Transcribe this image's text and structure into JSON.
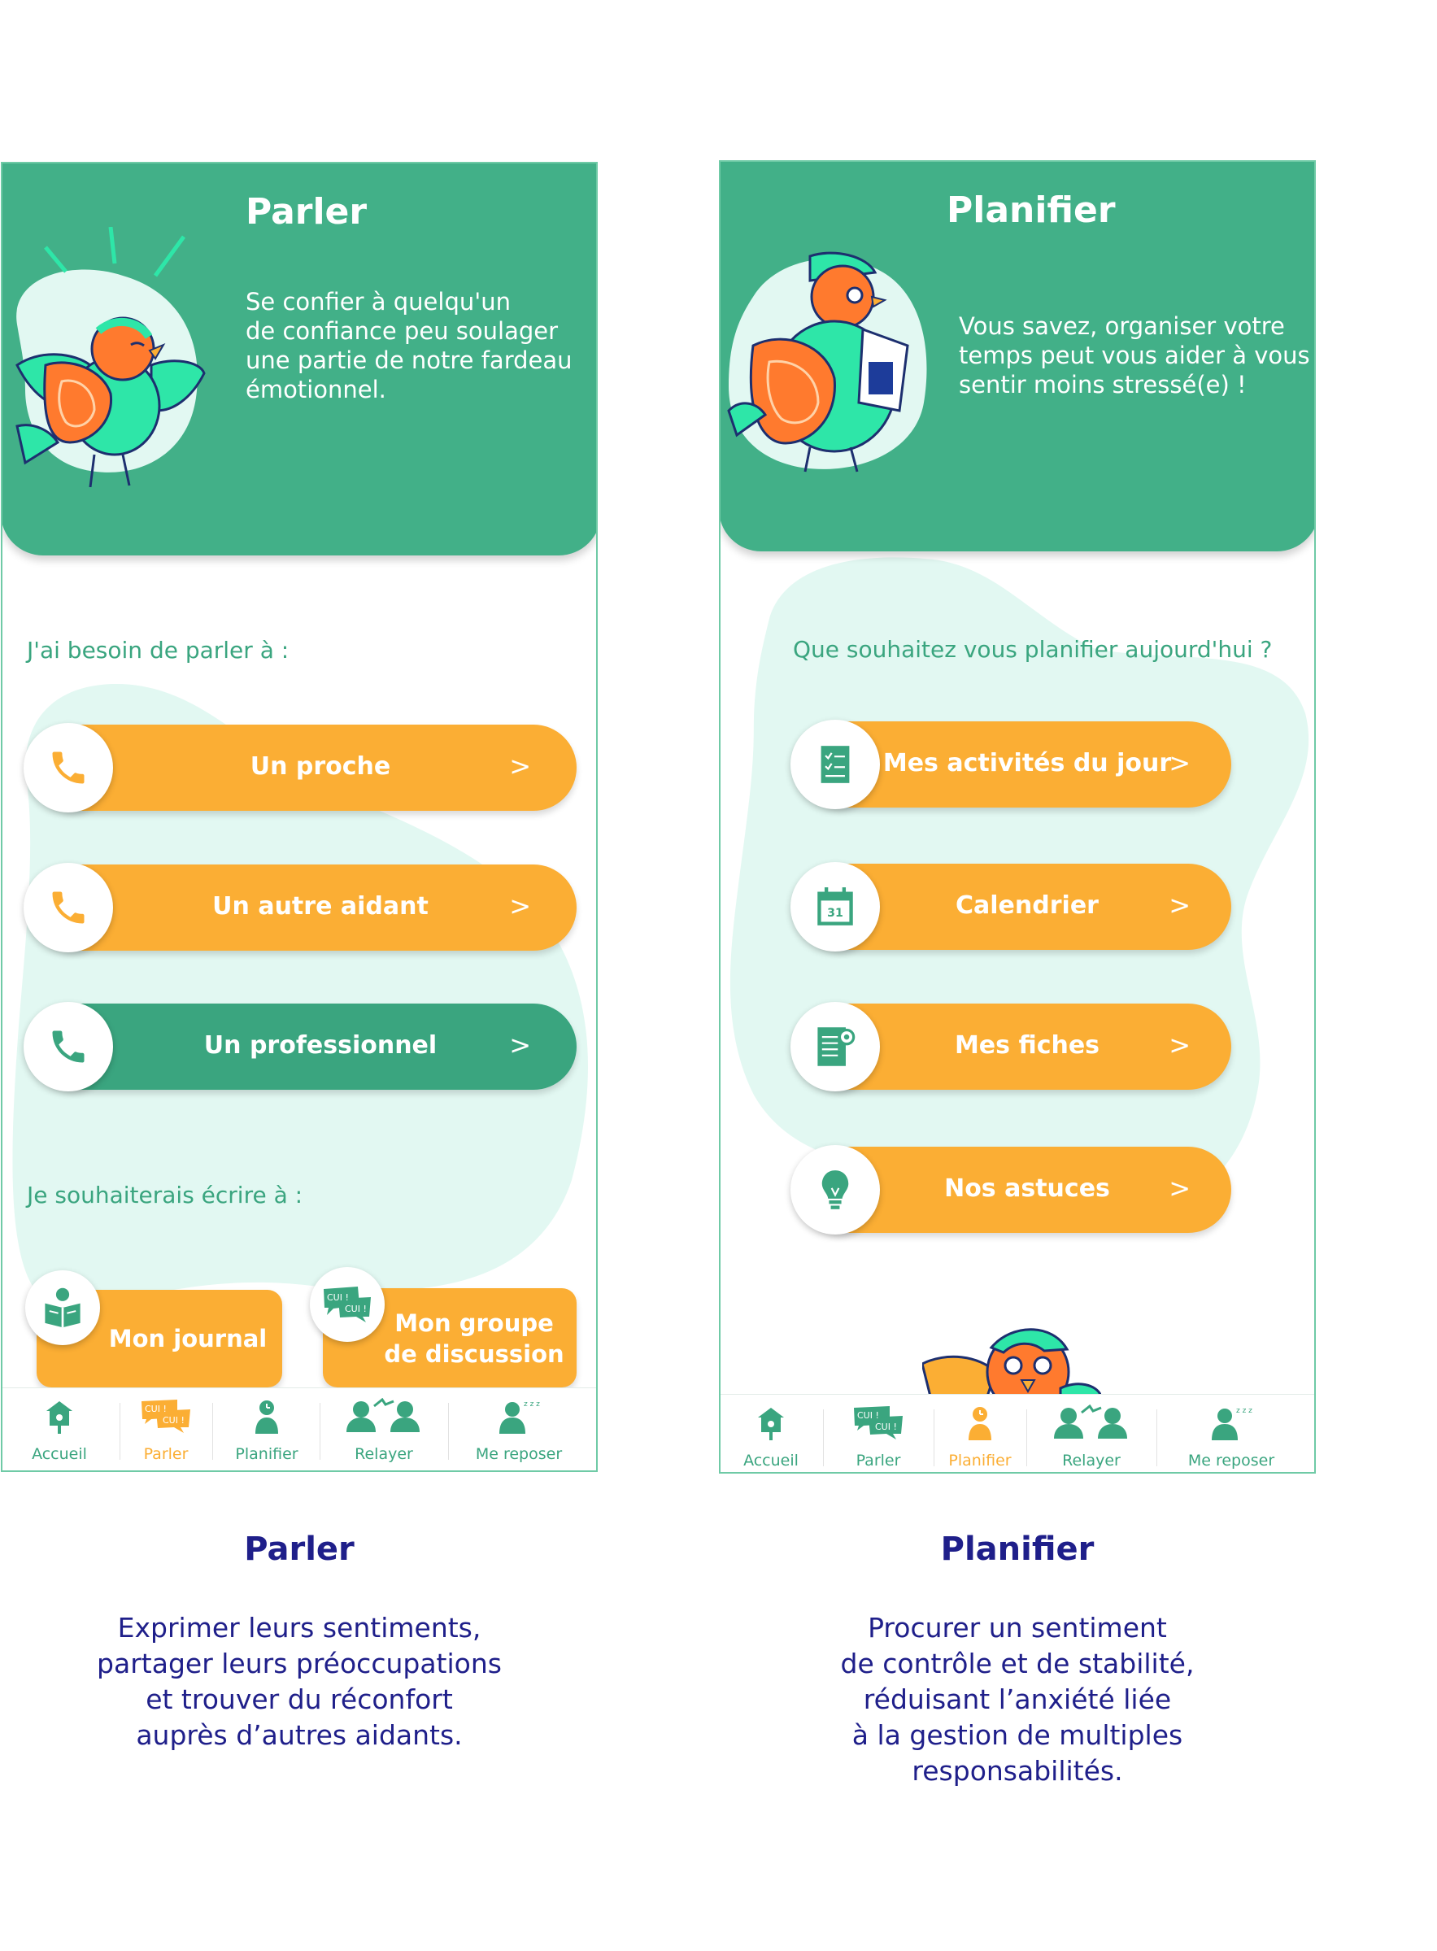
{
  "colors": {
    "green": "#42b088",
    "green_text": "#3aa57f",
    "orange": "#fbae34",
    "mint": "#e2f8f2",
    "navy": "#1f1f8a"
  },
  "left_screen": {
    "title": "Parler",
    "intro_lines": [
      "Se confier à quelqu'un",
      "de confiance peu soulager",
      "une partie de notre fardeau",
      "émotionnel."
    ],
    "talk_label": "J'ai besoin de parler à :",
    "talk_buttons": [
      {
        "label": "Un proche",
        "icon": "phone-icon",
        "arrow": ">"
      },
      {
        "label": "Un autre aidant",
        "icon": "phone-icon",
        "arrow": ">"
      },
      {
        "label": "Un professionnel",
        "icon": "phone-icon",
        "arrow": ">"
      }
    ],
    "write_label": "Je souhaiterais écrire à :",
    "write_buttons": [
      {
        "label": "Mon journal",
        "icon": "reading-person-icon"
      },
      {
        "label_lines": [
          "Mon groupe",
          "de discussion"
        ],
        "icon": "cui-cui-bubbles-icon",
        "icon_text": [
          "CUI !",
          "CUI !"
        ]
      }
    ]
  },
  "right_screen": {
    "title": "Planifier",
    "intro_lines": [
      "Vous savez, organiser votre",
      "temps peut vous aider à vous",
      "sentir moins stressé(e) !"
    ],
    "question": "Que souhaitez vous planifier aujourd'hui ?",
    "buttons": [
      {
        "label": "Mes activités du jour",
        "icon": "checklist-icon",
        "arrow": ">"
      },
      {
        "label": "Calendrier",
        "icon": "calendar-icon",
        "icon_text": "31",
        "arrow": ">"
      },
      {
        "label": "Mes fiches",
        "icon": "document-gear-icon",
        "arrow": ">"
      },
      {
        "label": "Nos astuces",
        "icon": "lightbulb-icon",
        "arrow": ">"
      }
    ]
  },
  "tabbar": {
    "items": [
      {
        "label": "Accueil",
        "icon": "birdhouse-icon"
      },
      {
        "label": "Parler",
        "icon": "cui-cui-icon",
        "icon_text": [
          "CUI !",
          "CUI !"
        ]
      },
      {
        "label": "Planifier",
        "icon": "person-clock-icon"
      },
      {
        "label": "Relayer",
        "icon": "relay-people-icon"
      },
      {
        "label": "Me reposer",
        "icon": "sleeping-person-icon",
        "icon_text": "z z z"
      }
    ],
    "left_active": "Parler",
    "right_active": "Planifier"
  },
  "captions": {
    "left": {
      "title": "Parler",
      "lines": [
        "Exprimer leurs sentiments,",
        "partager leurs préoccupations",
        "et trouver du réconfort",
        "auprès d’autres aidants."
      ]
    },
    "right": {
      "title": "Planifier",
      "lines": [
        "Procurer un sentiment",
        "de contrôle et de stabilité,",
        "réduisant l’anxiété liée",
        "à la gestion de multiples",
        "responsabilités."
      ]
    }
  }
}
